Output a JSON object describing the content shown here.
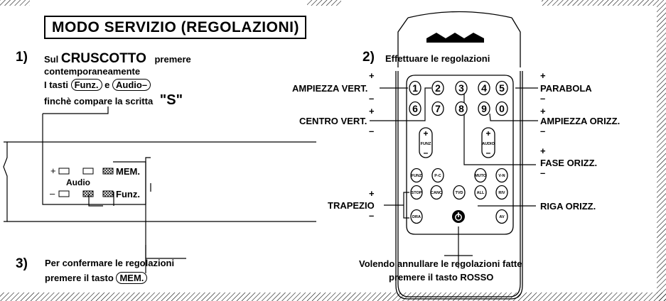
{
  "title": "MODO SERVIZIO (REGOLAZIONI)",
  "step1": {
    "number": "1)",
    "line1_pre": "Sul",
    "line1_big": "CRUSCOTTO",
    "line1_post": "premere",
    "line2": "contemporaneamente",
    "line3_pre": "I tasti",
    "key_funz": "Funz.",
    "line3_mid": "e",
    "key_audio": "Audio–",
    "line4_pre": "finchè compare la scritta",
    "line4_big": "\"S\""
  },
  "panel": {
    "plus": "+",
    "minus": "–",
    "mem": "MEM.",
    "funz": "Funz.",
    "audio": "Audio"
  },
  "step3": {
    "number": "3)",
    "line1": "Per confermare le regolazioni",
    "line2_pre": "premere il tasto",
    "key_mem": "MEM."
  },
  "step2": {
    "number": "2)",
    "text": "Effettuare le regolazioni"
  },
  "remote": {
    "num_row1": [
      "1",
      "2",
      "3",
      "4",
      "5"
    ],
    "num_row2": [
      "6",
      "7",
      "8",
      "9",
      "0"
    ],
    "rocker_left": "FUNZ",
    "rocker_right": "AUDIO",
    "row_a": [
      "FUNZ",
      "P-C",
      "MUTO",
      "V-N"
    ],
    "row_b": [
      "STOP",
      "CANC",
      "TVD",
      "ALL",
      "RIV"
    ],
    "row_c": [
      "DRA",
      "AV"
    ]
  },
  "labels": {
    "ampiezza_vert": "AMPIEZZA VERT.",
    "centro_vert": "CENTRO VERT.",
    "trapezio": "TRAPEZIO",
    "parabola": "PARABOLA",
    "ampiezza_orizz": "AMPIEZZA ORIZZ.",
    "fase_orizz": "FASE ORIZZ.",
    "riga_orizz": "RIGA ORIZZ.",
    "plus": "+",
    "minus": "–"
  },
  "bottom_note": {
    "line1": "Volendo annullare le regolazioni fatte",
    "line2": "premere il tasto ROSSO"
  }
}
